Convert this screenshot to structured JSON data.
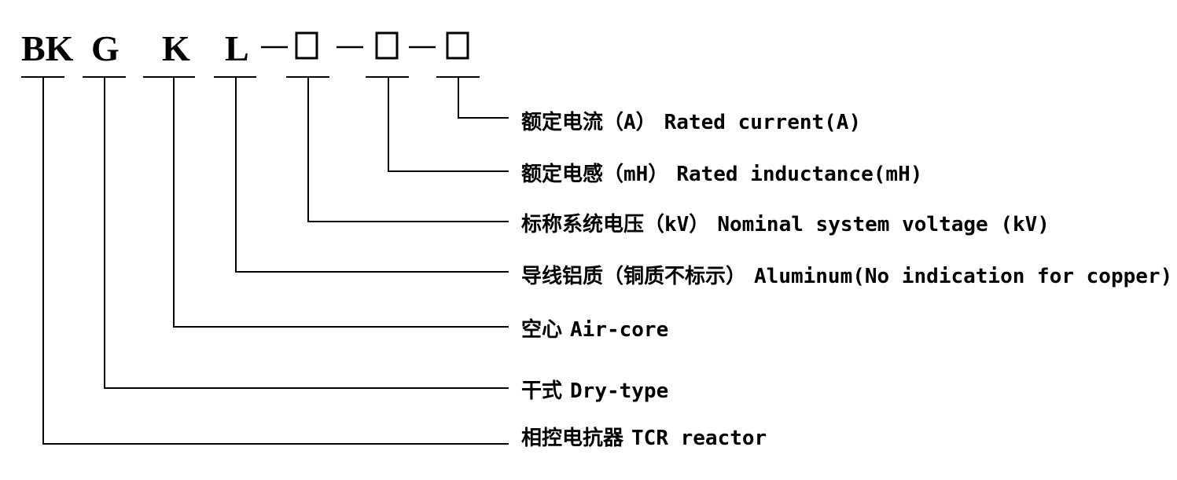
{
  "diagram": {
    "title": "Model designation of TCR reactor",
    "code_parts": [
      {
        "symbol": "BK",
        "type": "letters"
      },
      {
        "symbol": "G",
        "type": "letters"
      },
      {
        "symbol": "K",
        "type": "letters"
      },
      {
        "symbol": "L",
        "type": "letters"
      },
      {
        "symbol": "□",
        "type": "placeholder"
      },
      {
        "symbol": "□",
        "type": "placeholder"
      },
      {
        "symbol": "□",
        "type": "placeholder"
      }
    ],
    "separator": "—",
    "labels": [
      {
        "part": "□ (3rd)",
        "zh": "额定电流（A）",
        "en": "Rated current(A)"
      },
      {
        "part": "□ (2nd)",
        "zh": "额定电感（mH）",
        "en": "Rated inductance(mH)"
      },
      {
        "part": "□ (1st)",
        "zh": "标称系统电压（kV）",
        "en": "Nominal system voltage (kV)"
      },
      {
        "part": "L",
        "zh": "导线铝质（铜质不标示）",
        "en": "Aluminum(No indication for copper)"
      },
      {
        "part": "K",
        "zh": "空心",
        "en": "Air-core"
      },
      {
        "part": "G",
        "zh": "干式",
        "en": "Dry-type"
      },
      {
        "part": "BK",
        "zh": "相控电抗器",
        "en": "TCR reactor"
      }
    ]
  }
}
